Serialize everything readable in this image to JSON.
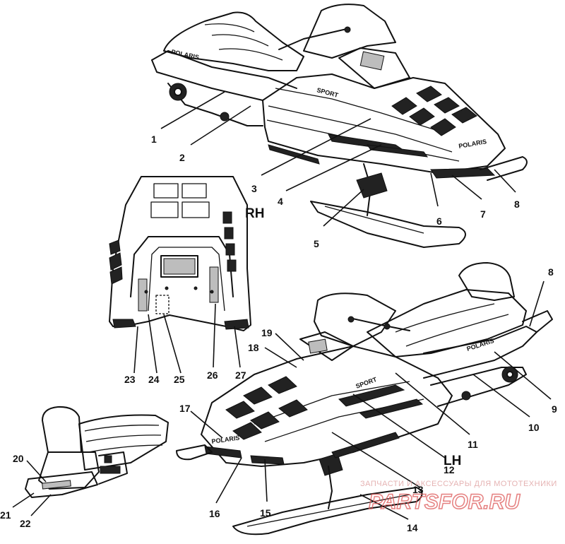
{
  "side_labels": {
    "rh": "RH",
    "lh": "LH"
  },
  "decal_texts": {
    "brand": "POLARIS",
    "model": "SPORT"
  },
  "callouts": [
    {
      "id": "c1",
      "text": "1"
    },
    {
      "id": "c2",
      "text": "2"
    },
    {
      "id": "c3",
      "text": "3"
    },
    {
      "id": "c4",
      "text": "4"
    },
    {
      "id": "c5",
      "text": "5"
    },
    {
      "id": "c6",
      "text": "6"
    },
    {
      "id": "c7",
      "text": "7"
    },
    {
      "id": "c8a",
      "text": "8"
    },
    {
      "id": "c8b",
      "text": "8"
    },
    {
      "id": "c9",
      "text": "9"
    },
    {
      "id": "c10",
      "text": "10"
    },
    {
      "id": "c11",
      "text": "11"
    },
    {
      "id": "c12",
      "text": "12"
    },
    {
      "id": "c13",
      "text": "13"
    },
    {
      "id": "c14",
      "text": "14"
    },
    {
      "id": "c15",
      "text": "15"
    },
    {
      "id": "c16",
      "text": "16"
    },
    {
      "id": "c17",
      "text": "17"
    },
    {
      "id": "c18",
      "text": "18"
    },
    {
      "id": "c19",
      "text": "19"
    },
    {
      "id": "c20",
      "text": "20"
    },
    {
      "id": "c21",
      "text": "21"
    },
    {
      "id": "c22",
      "text": "22"
    },
    {
      "id": "c23",
      "text": "23"
    },
    {
      "id": "c24",
      "text": "24"
    },
    {
      "id": "c25",
      "text": "25"
    },
    {
      "id": "c26",
      "text": "26"
    },
    {
      "id": "c27",
      "text": "27"
    }
  ],
  "watermark": {
    "top_text": "ЗАПЧАСТИ И АКСЕССУАРЫ ДЛЯ МОТОТЕХНИКИ",
    "main_text": "PARTSFOR.RU",
    "color": "#d55555"
  }
}
